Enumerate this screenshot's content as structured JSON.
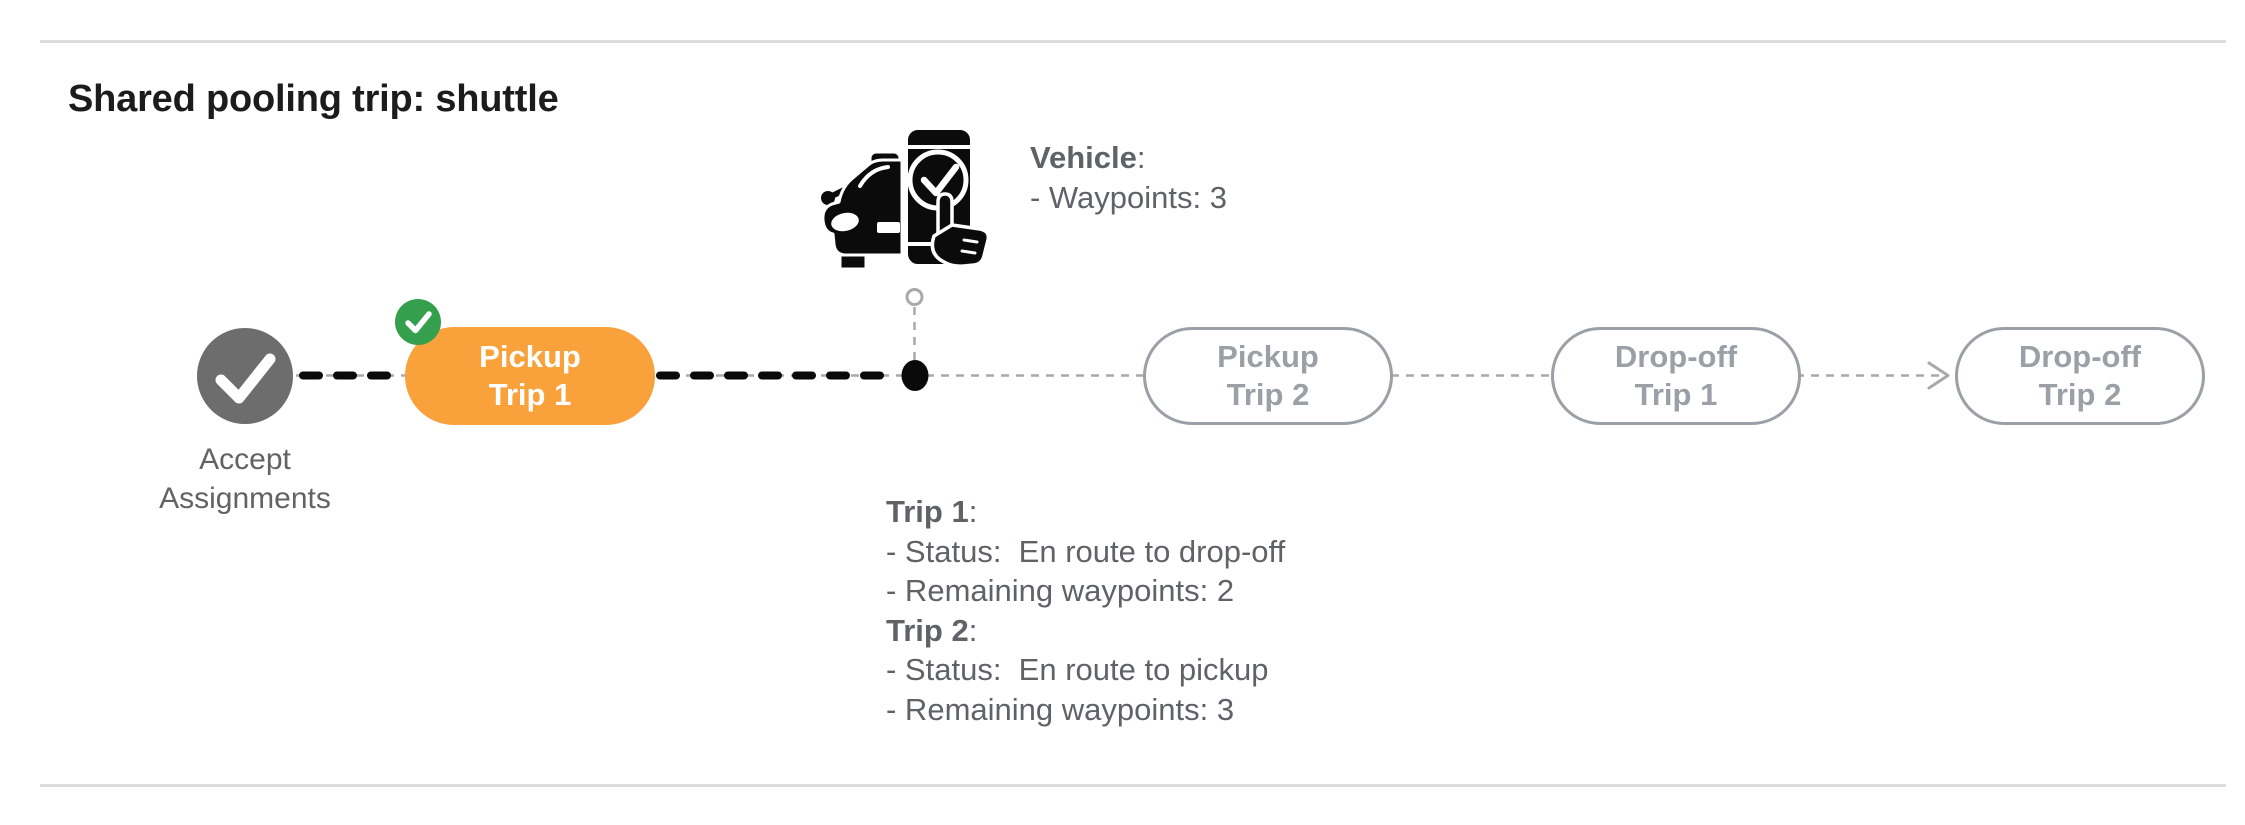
{
  "header": {
    "title": "Shared pooling trip: shuttle"
  },
  "vehicle_panel": {
    "icon_name": "vehicle-phone-check-icon",
    "heading": "Vehicle",
    "heading_suffix": ":",
    "detail_lines": [
      "- Waypoints: 3"
    ]
  },
  "timeline": {
    "accept_node": {
      "icon": "check",
      "label": "Accept Assignments"
    },
    "active_pill": {
      "line1": "Pickup",
      "line2": "Trip 1",
      "badge_icon": "check"
    },
    "vehicle_position_marker": {
      "shape": "filled-dot-with-stem-circle"
    },
    "pills": [
      {
        "line1": "Pickup",
        "line2": "Trip 2"
      },
      {
        "line1": "Drop-off",
        "line2": "Trip 1"
      },
      {
        "line1": "Drop-off",
        "line2": "Trip 2"
      }
    ]
  },
  "trip_info": {
    "sections": [
      {
        "heading": "Trip 1",
        "heading_suffix": ":",
        "lines": [
          "- Status:  En route to drop-off",
          "- Remaining waypoints: 2"
        ]
      },
      {
        "heading": "Trip 2",
        "heading_suffix": ":",
        "lines": [
          "- Status:  En route to pickup",
          "- Remaining waypoints: 3"
        ]
      }
    ]
  },
  "colors": {
    "accent_orange": "#F9A13B",
    "accent_green": "#34A04E",
    "node_gray": "#6D6D6D",
    "pill_gray": "#9AA0A6",
    "text_dark": "#1C1C1C",
    "text_gray": "#5F6368",
    "divider_gray": "#DCDCDC",
    "dash_black": "#0A0A0A",
    "dash_gray": "#A9A9A9"
  }
}
